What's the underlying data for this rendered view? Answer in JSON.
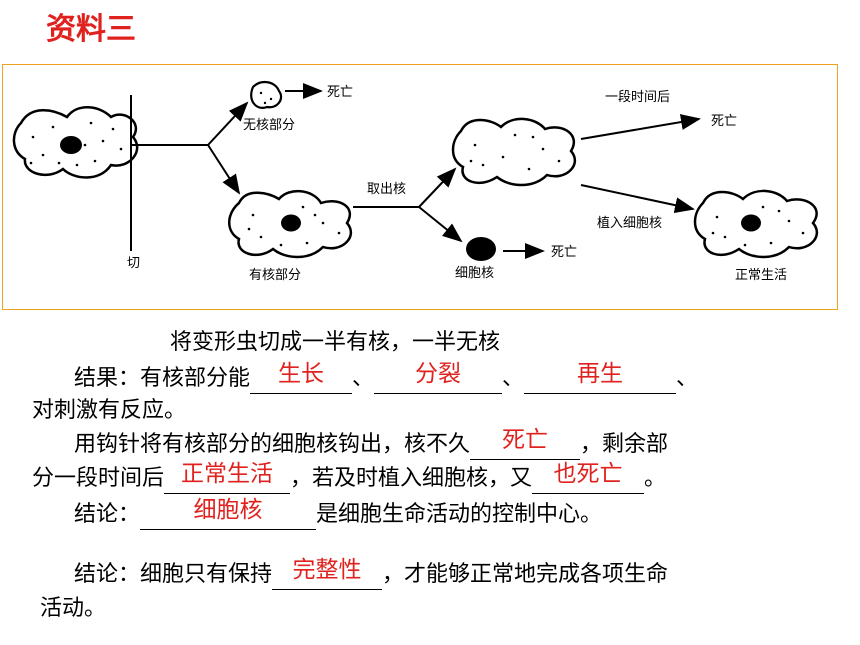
{
  "title": "资料三",
  "diagram": {
    "cut": "切",
    "no_nucleus": "无核部分",
    "death": "死亡",
    "with_nucleus": "有核部分",
    "remove_nucleus": "取出核",
    "cell_nucleus": "细胞核",
    "after_time": "一段时间后",
    "implant": "植入细胞核",
    "normal_life": "正常生活"
  },
  "text": {
    "intro": "将变形虫切成一半有核，一半无核",
    "result_prefix": "结果：有核部分能",
    "ans_grow": "生长",
    "sep1": "、",
    "ans_split": "分裂",
    "sep2": "、",
    "ans_regen": "再生",
    "sep3": "、",
    "result_tail": "对刺激有反应。",
    "p2_a": "用钩针将有核部分的细胞核钩出，核不久",
    "ans_die": "死亡",
    "p2_b": "，剩余部",
    "p2_c": "分一段时间后",
    "ans_normal": "正常生活",
    "p2_d": "，若及时植入细胞核，又",
    "ans_also_die": "也死亡",
    "p2_e": "。",
    "c1_prefix": "结论：",
    "ans_nucleus": "细胞核",
    "c1_tail": "是细胞生命活动的控制中心。",
    "c2_prefix": "结论：细胞只有保持",
    "ans_intact": "完整性",
    "c2_tail": "，才能够正常地完成各项生命",
    "c2_end": "活动。"
  }
}
